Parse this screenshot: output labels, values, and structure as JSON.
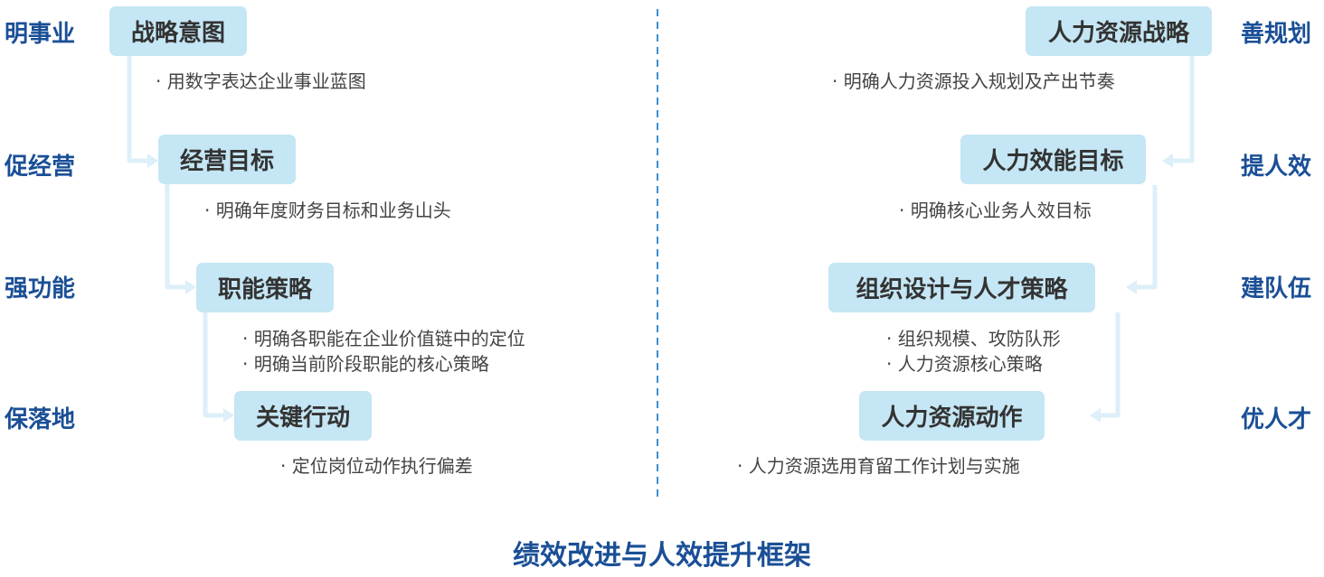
{
  "left": {
    "labels": [
      "明事业",
      "促经营",
      "强功能",
      "保落地"
    ],
    "boxes": [
      "战略意图",
      "经营目标",
      "职能策略",
      "关键行动"
    ],
    "descs": [
      "· 用数字表达企业事业蓝图",
      "· 明确年度财务目标和业务山头",
      "· 明确各职能在企业价值链中的定位",
      "· 明确当前阶段职能的核心策略",
      "· 定位岗位动作执行偏差"
    ]
  },
  "right": {
    "labels": [
      "善规划",
      "提人效",
      "建队伍",
      "优人才"
    ],
    "boxes": [
      "人力资源战略",
      "人力效能目标",
      "组织设计与人才策略",
      "人力资源动作"
    ],
    "descs": [
      "· 明确人力资源投入规划及产出节奏",
      "· 明确核心业务人效目标",
      "· 组织规模、攻防队形",
      "· 人力资源核心策略",
      "· 人力资源选用育留工作计划与实施"
    ]
  },
  "title": "绩效改进与人效提升框架",
  "colors": {
    "box": "#c5e6f4",
    "accent": "#1a4f96",
    "connector": "#ddeff9"
  }
}
